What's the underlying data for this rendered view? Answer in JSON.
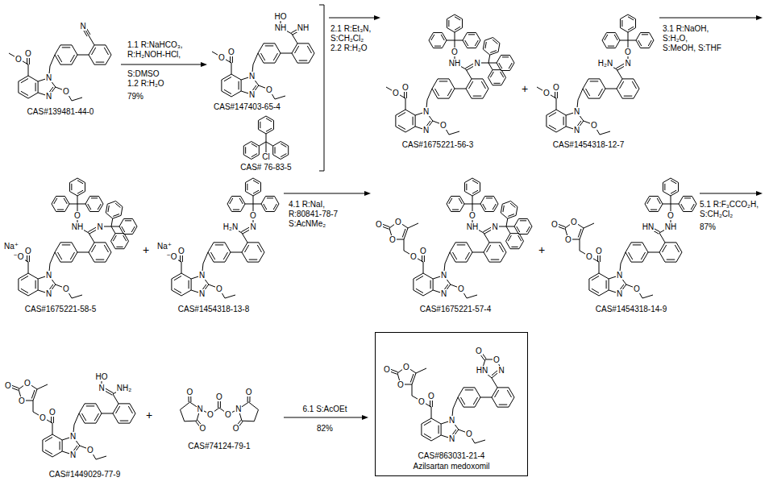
{
  "diagram": {
    "nodes": [
      {
        "text": [
          "CAS#863031-21-4",
          "Azilsartan medoxomil"
        ]
      }
    ],
    "labels": [
      "O",
      "O",
      "N",
      "N",
      "O",
      "N",
      "CAS#139481-44-0",
      "1.1 R:NaHCO₃,",
      "R:H₂NOH-HCl,",
      "S:DMSO",
      "1.2 R:H₂O",
      "79%",
      "O",
      "O",
      "N",
      "N",
      "O",
      "NH",
      "NH",
      "HO",
      "CAS#147403-65-4",
      "Cl",
      "CAS# 76-83-5",
      "2.1 R:Et₃N,",
      "S:CH₂Cl₂",
      "2.2 R:H₂O",
      "O",
      "O",
      "N",
      "N",
      "O",
      "N",
      "NH",
      "O",
      "CAS#1675221-56-3",
      "+",
      "O",
      "O",
      "N",
      "N",
      "O",
      "H₂N",
      "N",
      "O",
      "CAS#1454318-12-7",
      "3.1 R:NaOH,",
      "S:H₂O,",
      "S:MeOH, S:THF",
      "O",
      "⁻O",
      "Na⁺",
      "N",
      "N",
      "O",
      "N",
      "NH",
      "O",
      "CAS#1675221-58-5",
      "+",
      "O",
      "⁻O",
      "Na⁺",
      "N",
      "N",
      "O",
      "H₂N",
      "N",
      "O",
      "CAS#1454318-13-8",
      "4.1 R:NaI,",
      "R:80841-78-7",
      "S:AcNMe₂",
      "O",
      "O",
      "O",
      "O",
      "O",
      "N",
      "N",
      "O",
      "N",
      "NH",
      "O",
      "CAS#1675221-57-4",
      "+",
      "O",
      "O",
      "O",
      "O",
      "O",
      "N",
      "N",
      "O",
      "HN",
      "NH",
      "O",
      "CAS#1454318-14-9",
      "5.1 R:F₃CCO₂H,",
      "S:CH₂Cl₂",
      "87%",
      "O",
      "O",
      "O",
      "O",
      "O",
      "N",
      "N",
      "O",
      "NH₂",
      "N",
      "HO",
      "CAS#1449029-77-9",
      "+",
      "O",
      "N",
      "O",
      "O",
      "O",
      "O",
      "N",
      "O",
      "O",
      "CAS#74124-79-1",
      "6.1 S:AcOEt",
      "82%",
      "O",
      "O",
      "O",
      "O",
      "O",
      "N",
      "N",
      "O",
      "N",
      "O",
      "HN",
      "O"
    ]
  }
}
